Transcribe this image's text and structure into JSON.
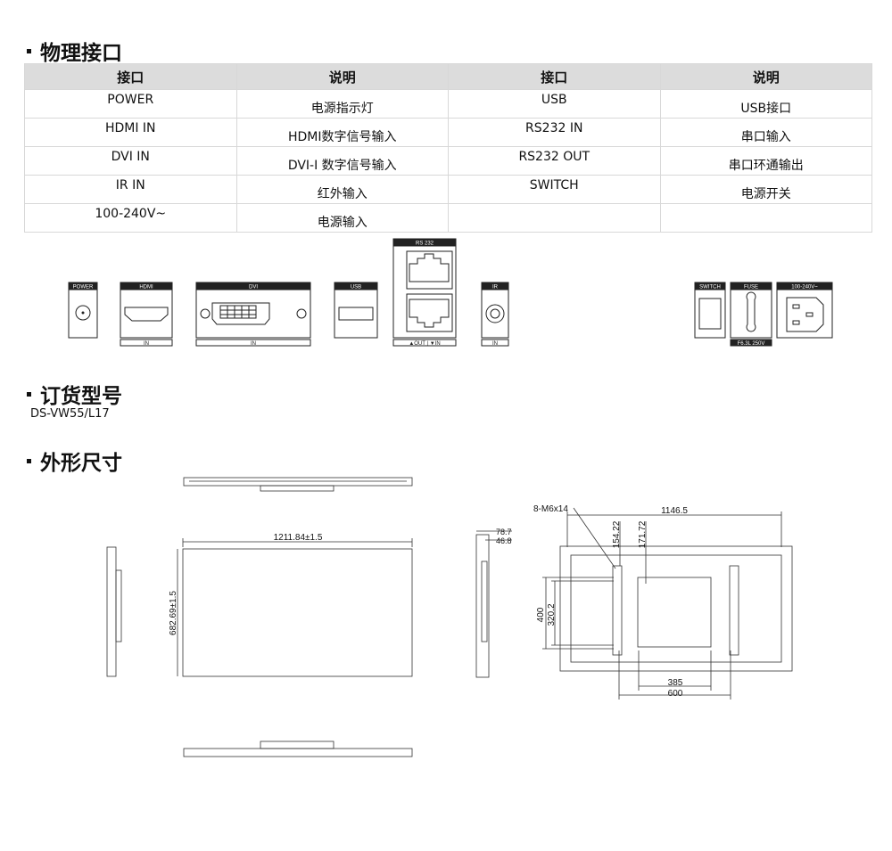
{
  "sections": {
    "interfaces": "物理接口",
    "ordering": "订货型号",
    "dimensions": "外形尺寸"
  },
  "table": {
    "headers": [
      "接口",
      "说明",
      "接口",
      "说明"
    ],
    "rows": [
      [
        "POWER",
        "电源指示灯",
        "USB",
        "USB接口"
      ],
      [
        "HDMI IN",
        "HDMI数字信号输入",
        "RS232 IN",
        "串口输入"
      ],
      [
        "DVI IN",
        "DVI-I  数字信号输入",
        "RS232 OUT",
        "串口环通输出"
      ],
      [
        "IR IN",
        "红外输入",
        "SWITCH",
        "电源开关"
      ],
      [
        "100-240V~",
        "电源输入",
        "",
        ""
      ]
    ]
  },
  "ports": {
    "power": "POWER",
    "hdmi": "HDMI",
    "dvi": "DVI",
    "usb": "USB",
    "rs232": "RS 232",
    "ir": "IR",
    "in": "IN",
    "out_in": "▲OUT | ▼IN",
    "switch": "SWITCH",
    "fuse": "FUSE",
    "fuse_rating": "F6.3L 250V",
    "ac": "100-240V~"
  },
  "model": "DS-VW55/L17",
  "dims": {
    "width": "1211.84±1.5",
    "height": "682.69±1.5",
    "depth1": "78.7",
    "depth2": "46.8",
    "screw": "8-M6x14",
    "back_width": "1146.5",
    "d154": "154.22",
    "d171": "171.72",
    "v400": "400",
    "v320": "320.2",
    "h385": "385",
    "h600": "600"
  }
}
